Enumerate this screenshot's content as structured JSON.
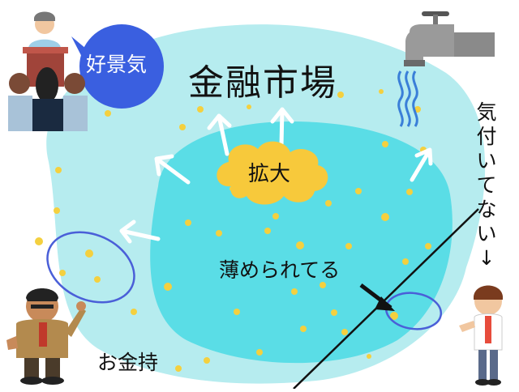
{
  "title": "金融市場",
  "speech_bubble": "好景気",
  "center_cloud": "拡大",
  "annotation": "薄められてる",
  "rich_person_label": "お金持",
  "vertical_text": [
    "気",
    "付",
    "い",
    "て",
    "な",
    "い",
    "↓"
  ],
  "colors": {
    "outer_pool": "#b6ecef",
    "inner_pool": "#5adde6",
    "bubble": "#3a5fe0",
    "cloud": "#f7c93b",
    "coin": "#f4d03f",
    "loop": "#4a5fd8",
    "water": "#3a7fd8"
  }
}
